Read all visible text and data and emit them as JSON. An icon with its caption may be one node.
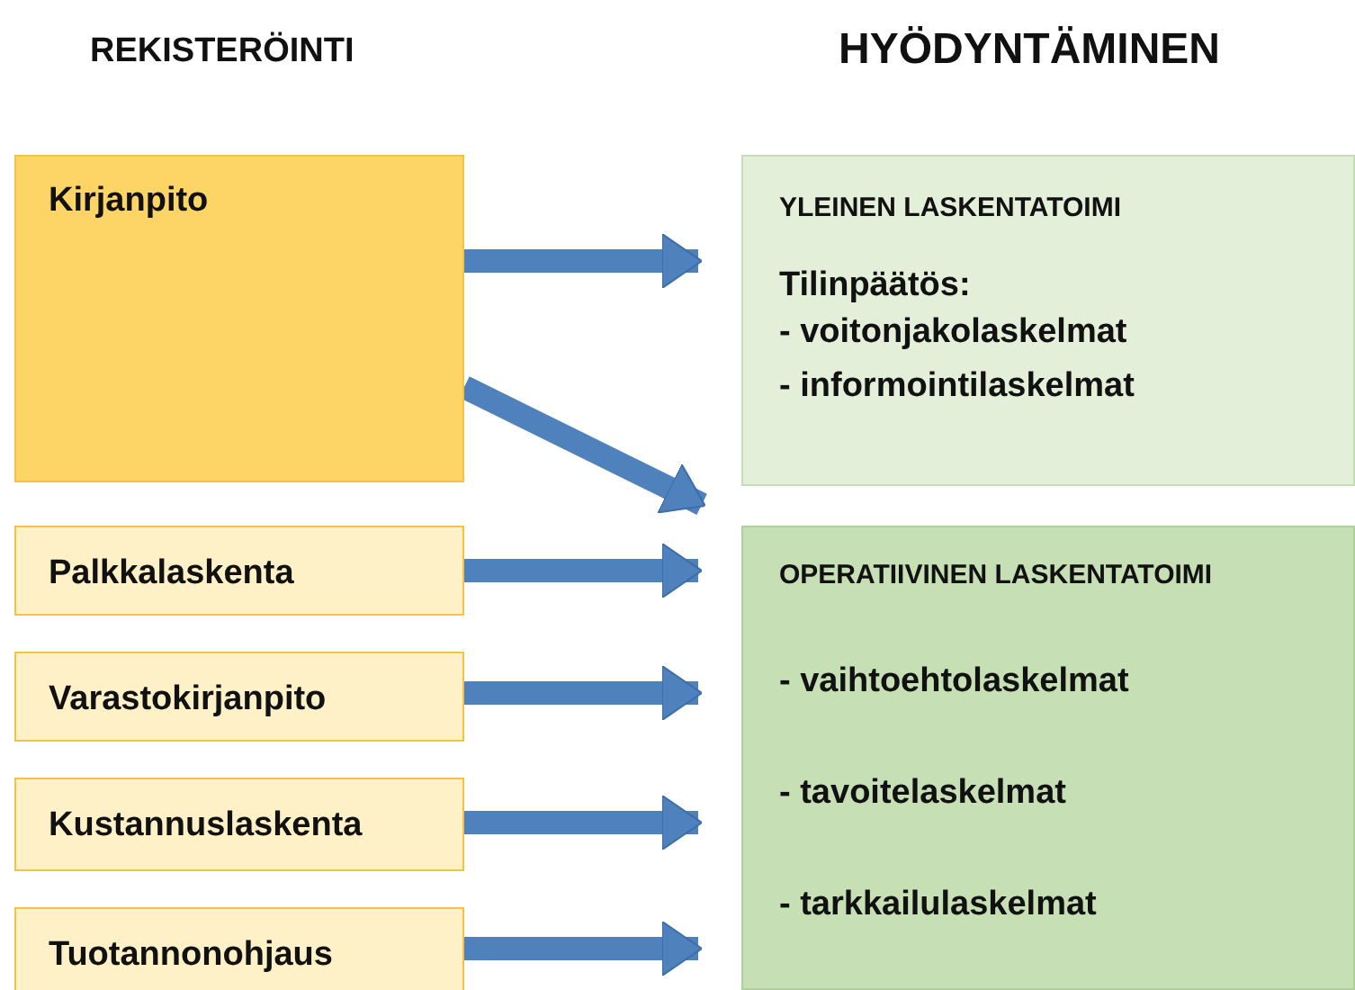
{
  "diagram": {
    "nodes": [
      {
        "text": [
          "Kirjanpito"
        ]
      },
      {
        "text": [
          "YLEINEN LASKENTATOIMI",
          "Tilinpäätös:",
          "- voitonjakolaskelmat",
          "- informointilaskelmat"
        ]
      },
      {
        "text": [
          "Palkkalaskenta"
        ]
      },
      {
        "text": [
          "OPERATIIVINEN LASKENTATOIMI",
          "- vaihtoehtolaskelmat",
          "- tavoitelaskelmat",
          "- tarkkailulaskelmat"
        ]
      },
      {
        "text": [
          "Varastokirjanpito"
        ]
      },
      {
        "text": [
          "Kustannuslaskenta"
        ]
      },
      {
        "text": [
          "Tuotannonohjaus"
        ]
      }
    ],
    "edges": [
      {
        "from": 0,
        "to": 1,
        "arrow": "to"
      },
      {
        "from": 0,
        "to": 3,
        "arrow": "to"
      },
      {
        "from": 2,
        "to": 3,
        "arrow": "to"
      },
      {
        "from": 4,
        "to": 3,
        "arrow": "to"
      },
      {
        "from": 5,
        "to": 3,
        "arrow": "to"
      },
      {
        "from": 6,
        "to": 3,
        "arrow": "to"
      }
    ],
    "labels": [
      "REKISTERÖINTI",
      "HYÖDYNTÄMINEN"
    ]
  }
}
